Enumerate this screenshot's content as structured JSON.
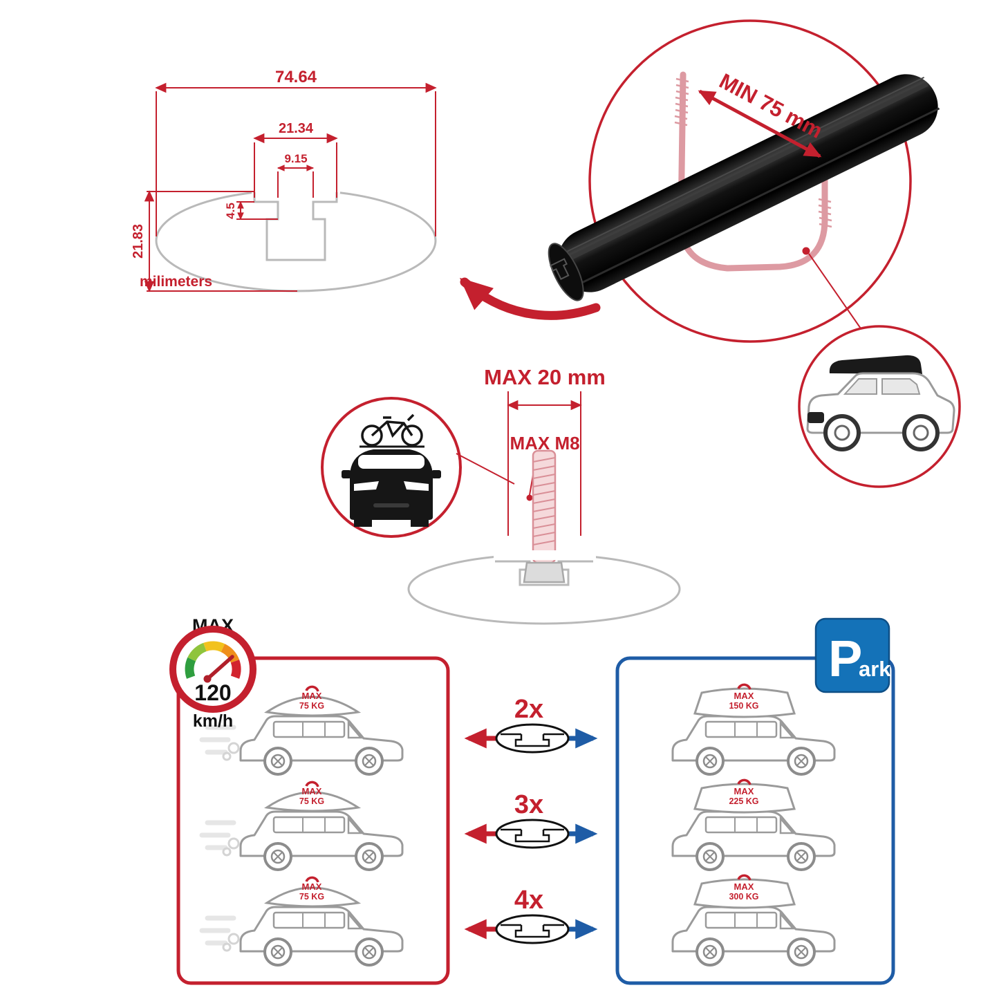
{
  "colors": {
    "accent_red": "#c4202e",
    "accent_blue": "#1e5ca6",
    "park_blue": "#1472b8",
    "drawing_gray": "#b9b9b9",
    "bar_black": "#111111"
  },
  "technical_drawing": {
    "total_width": "74.64",
    "channel_width": "21.34",
    "slot_width": "9.15",
    "slot_depth": "4.5",
    "total_height": "21.83",
    "units": "milimeters"
  },
  "clamp_detail": {
    "min_clearance": "MIN 75 mm"
  },
  "bolt_detail": {
    "max_width": "MAX 20 mm",
    "max_thread": "MAX M8"
  },
  "speed_badge": {
    "label": "MAX",
    "value": "120",
    "unit": "km/h"
  },
  "left_panel": {
    "cars": [
      {
        "label": "MAX",
        "capacity": "75 KG"
      },
      {
        "label": "MAX",
        "capacity": "75 KG"
      },
      {
        "label": "MAX",
        "capacity": "75 KG"
      }
    ]
  },
  "right_panel": {
    "cars": [
      {
        "label": "MAX",
        "capacity": "150 KG"
      },
      {
        "label": "MAX",
        "capacity": "225 KG"
      },
      {
        "label": "MAX",
        "capacity": "300 KG"
      }
    ]
  },
  "multipliers": [
    {
      "label": "2x"
    },
    {
      "label": "3x"
    },
    {
      "label": "4x"
    }
  ],
  "park_sign": {
    "letter": "P",
    "rest": "ark"
  }
}
